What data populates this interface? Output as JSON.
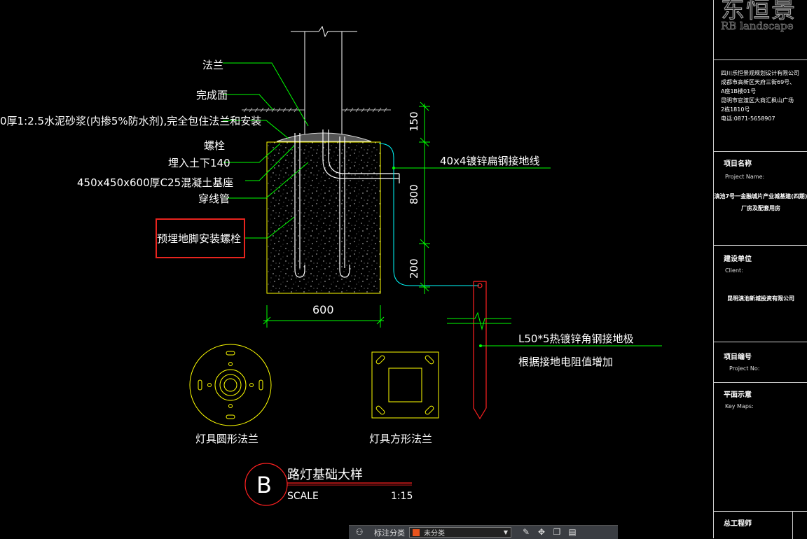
{
  "drawing": {
    "labels": {
      "flange": "法兰",
      "finish_surface": "完成面",
      "mortar_line1": "0厚1:2.5水泥砂浆(内掺5%防水剂),完全包住法兰和安装",
      "mortar_line2": "螺栓",
      "buried": "埋入土下140",
      "base": "450x450x600厚C25混凝土基座",
      "conduit": "穿线管",
      "anchor_bolt": "预埋地脚安装螺栓",
      "ground_wire": "40x4镀锌扁钢接地线",
      "ground_plate": "L50*5热镀锌角钢接地极",
      "resistance_note": "根据接地电阻值增加",
      "round_flange": "灯具圆形法兰",
      "square_flange": "灯具方形法兰"
    },
    "dimensions": {
      "d150": "150",
      "d800": "800",
      "d200": "200",
      "d600": "600"
    },
    "detail": {
      "letter": "B",
      "title": "路灯基础大样",
      "scale_label": "SCALE",
      "scale_value": "1:15"
    },
    "colors": {
      "yellow": "#ffff00",
      "green": "#00ff00",
      "cyan": "#00ffff",
      "red": "#ff2020",
      "white": "#ffffff",
      "highlight": "#e8241e"
    }
  },
  "titleblock": {
    "logo_cn": "东恒景",
    "logo_en": "RB landscape",
    "company_lines": [
      "四川乐恒景观规划设计有限公司",
      "成都市高新区天府三街69号、",
      "A座1B楼01号",
      "昆明市官渡区大商汇枫山广场",
      "2栋1810号",
      "电话:0871-5658907"
    ],
    "project_name_label": "项目名称",
    "project_name_en": "Project Name:",
    "project_name_value_1": "滇池7号一金融城片产业城基建(四期)",
    "project_name_value_2": "厂房及配套用房",
    "client_label": "建设单位",
    "client_en": "Client:",
    "client_value": "昆明滇池新城投资有限公司",
    "project_no_label": "项目编号",
    "project_no_en": "Project No:",
    "keymap_label": "平面示意",
    "keymap_en": "Key Maps:",
    "chief_label": "总工程师"
  },
  "toolbar": {
    "annotation_label": "标注分类",
    "annotation_value": "未分类"
  }
}
